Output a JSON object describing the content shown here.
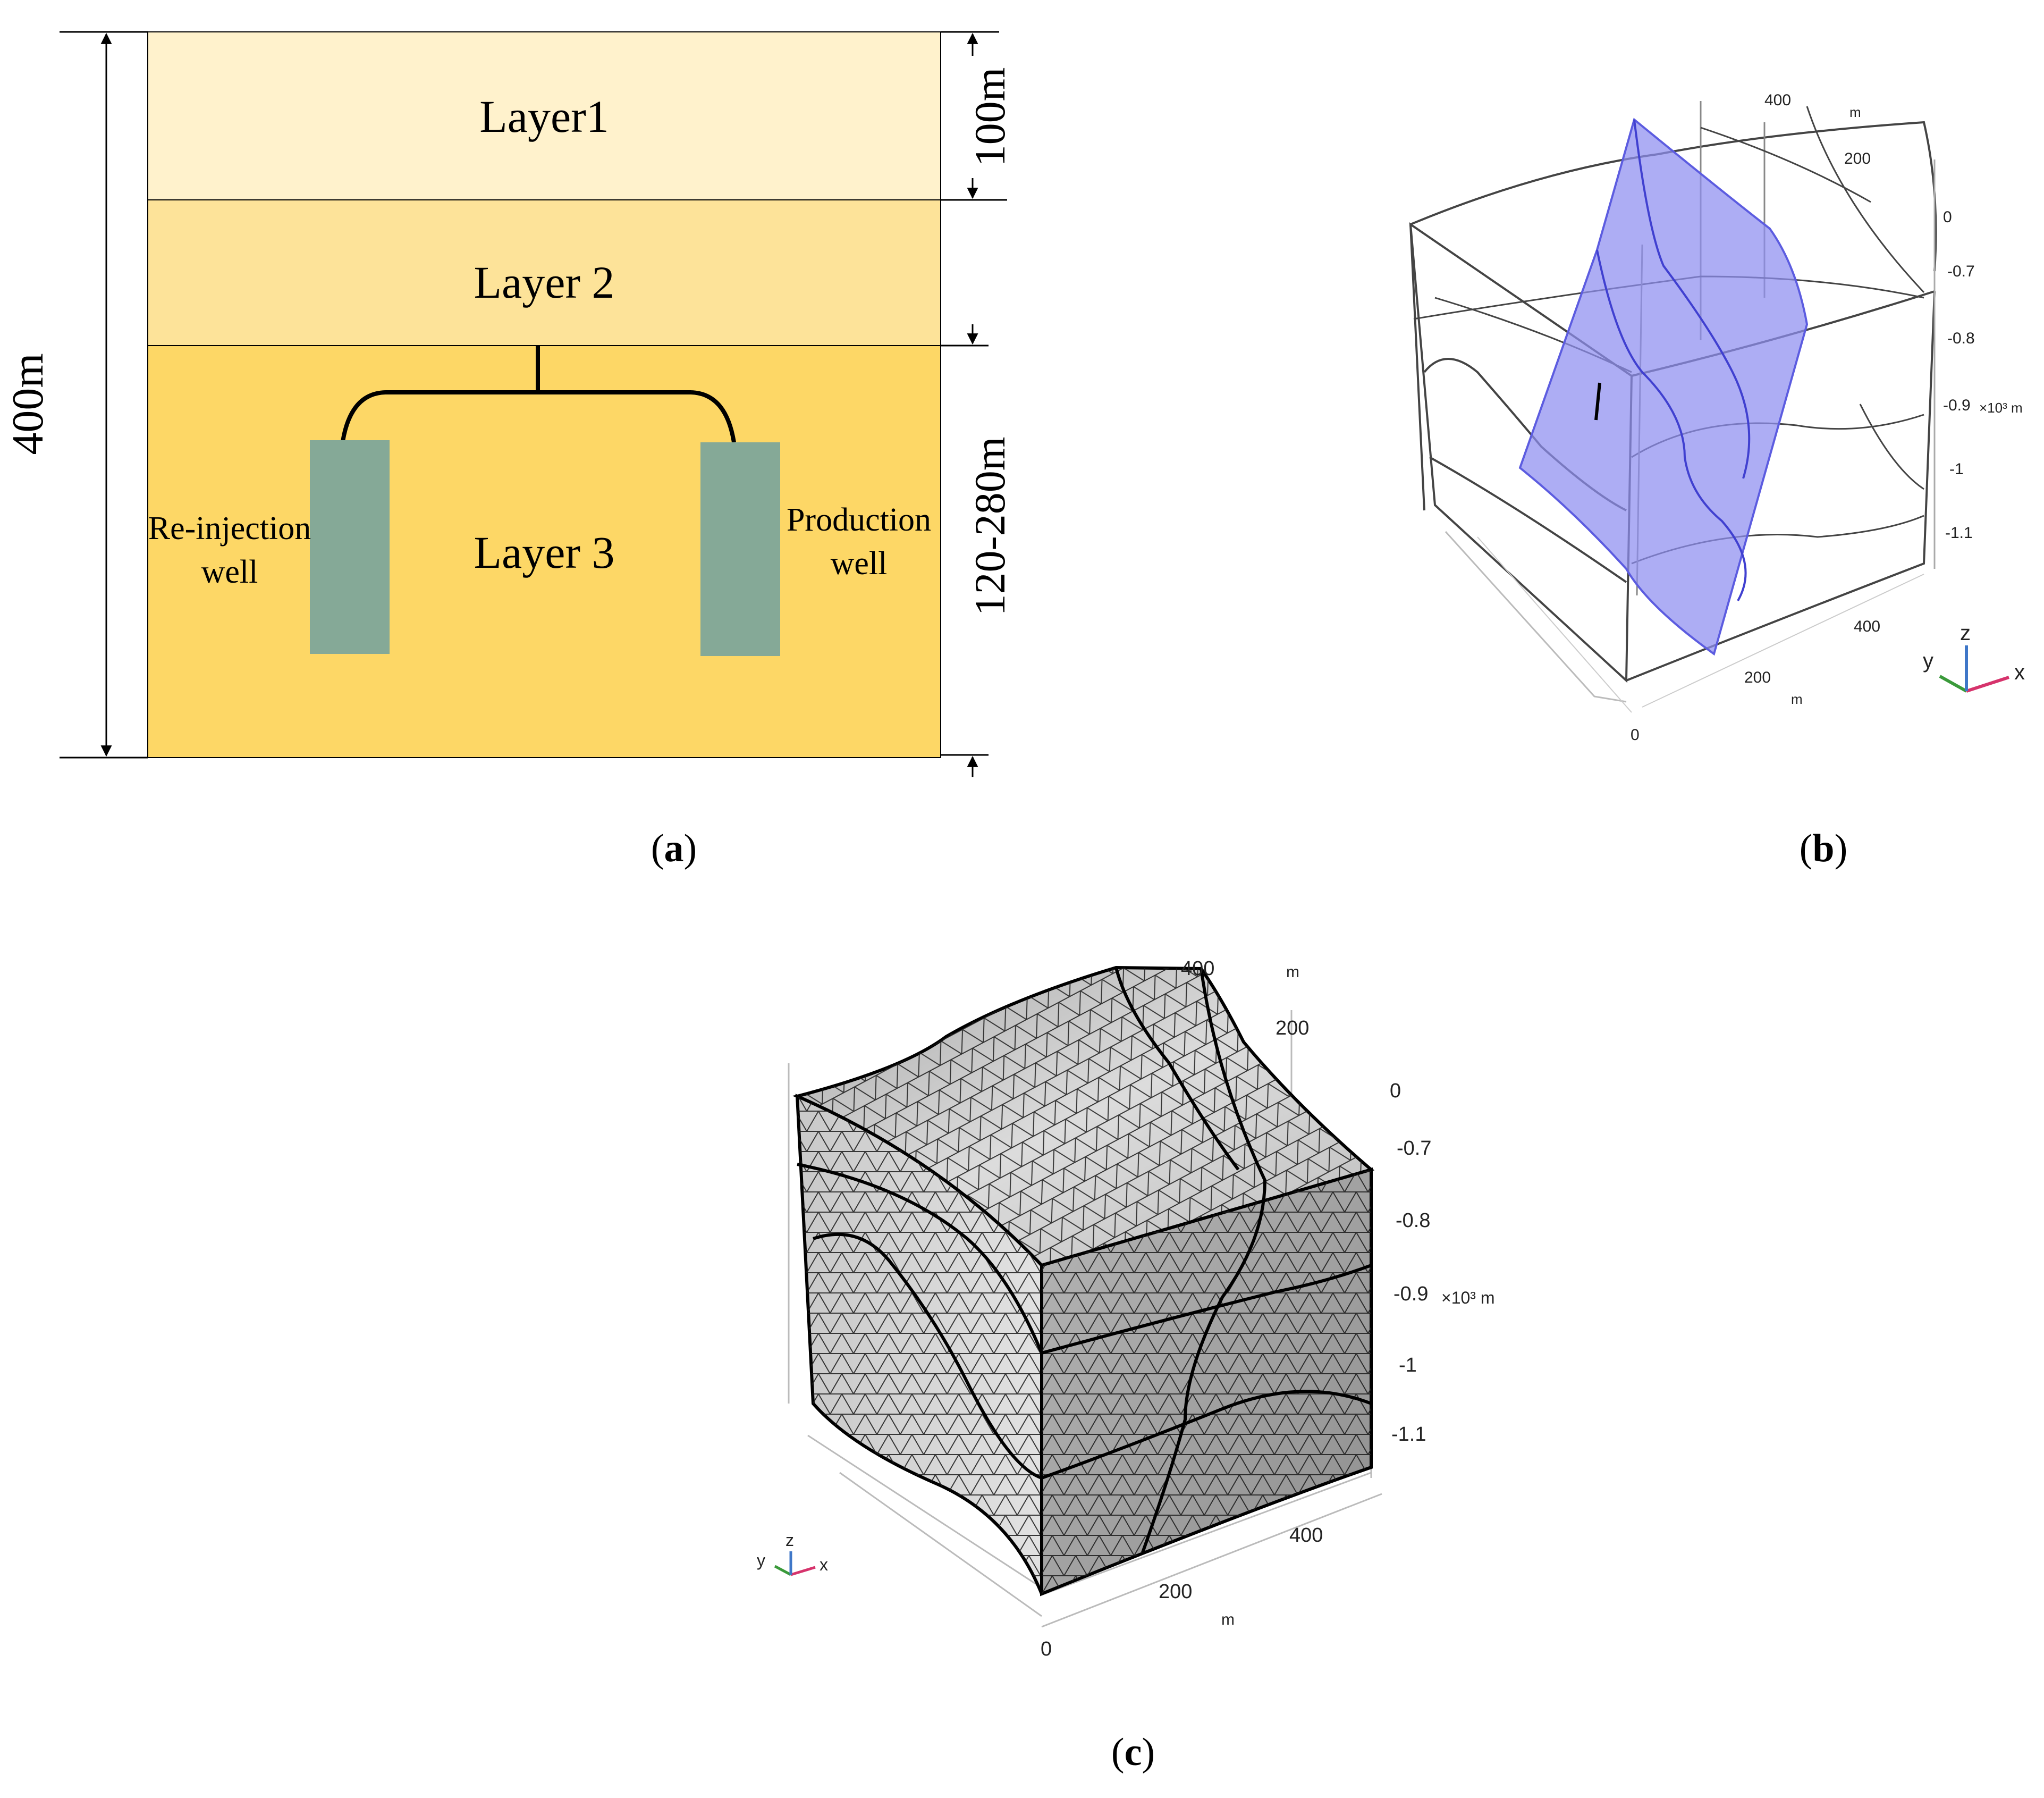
{
  "colors": {
    "layer1": "#fff2cc",
    "layer2": "#fde399",
    "layer3": "#fdd766",
    "well": "#85a997",
    "fault": "#8d8ef0",
    "mesh_light": "#e6e6e6",
    "mesh_dark": "#9a9a9a",
    "axis_x": "#d6336c",
    "axis_y": "#3a9a3a",
    "axis_z": "#3f77c8"
  },
  "panel_a": {
    "caption": "a",
    "layer1_label": "Layer1",
    "layer2_label": "Layer 2",
    "layer3_label": "Layer 3",
    "reinjection_line1": "Re-injection",
    "reinjection_line2": "well",
    "production_line1": "Production",
    "production_line2": "well",
    "total_depth": "400m",
    "top_thickness": "100m",
    "bottom_thickness": "120-280m"
  },
  "panel_b": {
    "caption": "b",
    "y_ticks": [
      "400",
      "200"
    ],
    "y_unit": "m",
    "z_ticks": [
      "0",
      "-0.7",
      "-0.8",
      "-0.9",
      "-1",
      "-1.1"
    ],
    "z_unit": "×10³ m",
    "x_ticks": [
      "400",
      "200",
      "0"
    ],
    "x_unit": "m",
    "triad": {
      "x": "x",
      "y": "y",
      "z": "z"
    }
  },
  "panel_c": {
    "caption": "c",
    "y_ticks": [
      "400",
      "200"
    ],
    "y_unit": "m",
    "z_ticks": [
      "0",
      "-0.7",
      "-0.8",
      "-0.9",
      "-1",
      "-1.1"
    ],
    "z_unit": "×10³ m",
    "x_ticks": [
      "400",
      "200",
      "0"
    ],
    "x_unit": "m",
    "triad": {
      "x": "x",
      "y": "y",
      "z": "z"
    }
  }
}
